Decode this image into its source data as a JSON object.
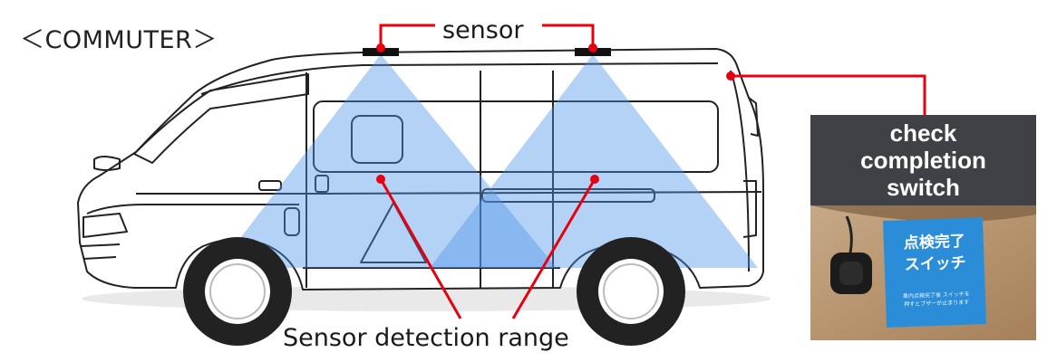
{
  "title": "＜COMMUTER＞",
  "sensor_label": "sensor",
  "detection_range_label": "Sensor detection range",
  "switch": {
    "header_lines": [
      "check",
      "completion",
      "switch"
    ],
    "tag_lines": [
      "点検完了",
      "スイッチ"
    ],
    "tag_small_lines": [
      "車内点検完了後 スイッチを",
      "押すとブザーが止まります"
    ]
  },
  "colors": {
    "callout_line": "#e8000f",
    "detection_cone": "#4d94e8",
    "header_bg": "#404146",
    "tag_bg": "#2b8dd8",
    "van_outline": "#222222"
  }
}
